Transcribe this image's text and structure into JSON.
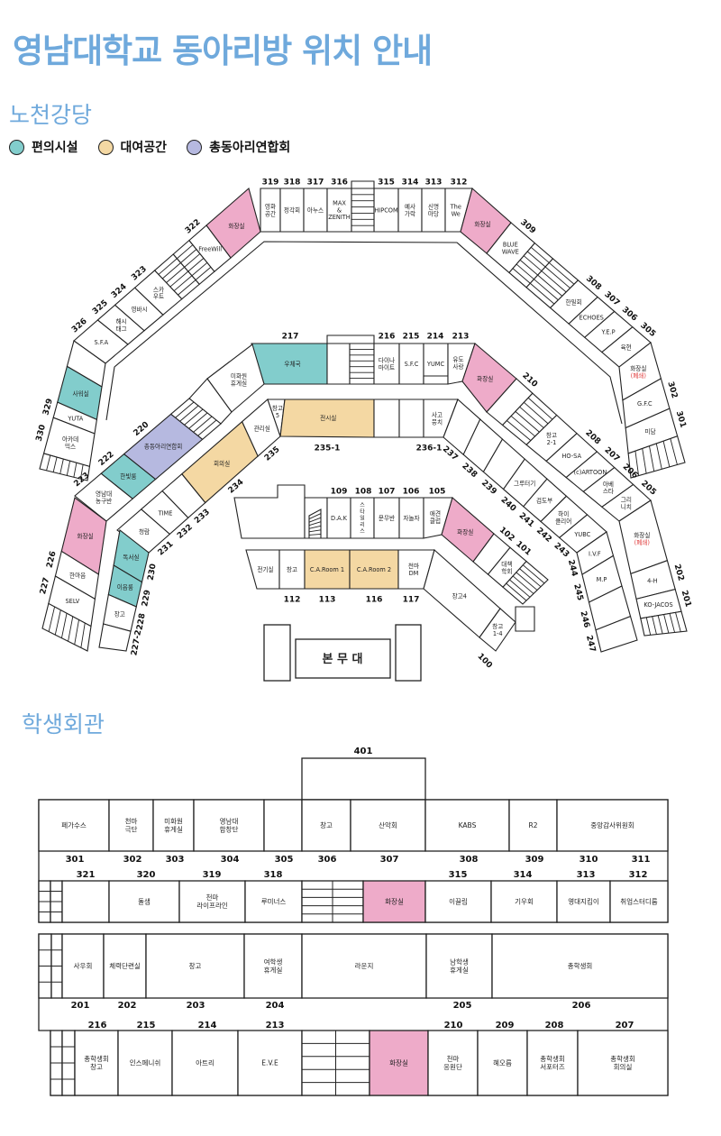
{
  "title": "영남대학교 동아리방 위치 안내",
  "colors": {
    "title": "#6fa9dc",
    "facility": "#82cdcc",
    "rental": "#f4d8a3",
    "union": "#b6b9e0",
    "toilet": "#eeabc9",
    "closed_note": "#e03c3c"
  },
  "legend": [
    {
      "label": "편의시설",
      "color": "#82cdcc"
    },
    {
      "label": "대여공간",
      "color": "#f4d8a3"
    },
    {
      "label": "총동아리연합회",
      "color": "#b6b9e0"
    }
  ],
  "auditorium": {
    "heading": "노천강당",
    "stage": "본 무 대",
    "rooms": {
      "a319": {
        "num": "319",
        "name": [
          "영화",
          "공간"
        ]
      },
      "a318": {
        "num": "318",
        "name": [
          "정각회"
        ]
      },
      "a317": {
        "num": "317",
        "name": [
          "아누스"
        ]
      },
      "a316": {
        "num": "316",
        "name": [
          "MAX",
          "&",
          "ZENITH"
        ]
      },
      "a315": {
        "num": "315",
        "name": [
          "HIPCOM"
        ]
      },
      "a314": {
        "num": "314",
        "name": [
          "예사",
          "가락"
        ]
      },
      "a313": {
        "num": "313",
        "name": [
          "신명",
          "마당"
        ]
      },
      "a312": {
        "num": "312",
        "name": [
          "The",
          "We"
        ]
      },
      "wc3l": {
        "name": [
          "화장실"
        ],
        "cat": "toilet"
      },
      "wc3r": {
        "name": [
          "화장실"
        ],
        "cat": "toilet"
      },
      "a309": {
        "num": "309",
        "name": [
          "BLUE",
          "WAVE"
        ]
      },
      "a308": {
        "num": "308",
        "name": [
          "한일회"
        ]
      },
      "a307": {
        "num": "307",
        "name": [
          "ECHOES"
        ]
      },
      "a306": {
        "num": "306",
        "name": [
          "Y.E.P"
        ]
      },
      "a305": {
        "num": "305",
        "name": [
          "육현"
        ]
      },
      "wc3c": {
        "name": [
          "화장실"
        ],
        "note": "(폐쇄)"
      },
      "a302": {
        "num": "302",
        "name": [
          "G.F.C"
        ]
      },
      "a301": {
        "num": "301",
        "name": [
          "미담"
        ]
      },
      "a322": {
        "num": "322",
        "name": [
          "FreeWill"
        ]
      },
      "a323": {
        "num": "323",
        "name": [
          "스카",
          "우트"
        ]
      },
      "a324": {
        "num": "324",
        "name": [
          "영바시"
        ]
      },
      "a325": {
        "num": "325",
        "name": [
          "해시",
          "태그"
        ]
      },
      "a326": {
        "num": "326",
        "name": [
          "S.F.A"
        ]
      },
      "shower": {
        "name": [
          "사워실"
        ],
        "cat": "facility"
      },
      "a329": {
        "num": "329",
        "name": [
          "YUTA"
        ]
      },
      "a330": {
        "num": "330",
        "name": [
          "아카데",
          "믹스"
        ]
      },
      "a217": {
        "num": "217",
        "name": [
          "우체국"
        ],
        "cat": "facility"
      },
      "a216": {
        "num": "216",
        "name": [
          "다이나",
          "마이트"
        ]
      },
      "a215": {
        "num": "215",
        "name": [
          "S.F.C"
        ]
      },
      "a214": {
        "num": "214",
        "name": [
          "YUMC"
        ]
      },
      "a213": {
        "num": "213",
        "name": [
          "유도",
          "사랑"
        ]
      },
      "wc2t": {
        "name": [
          "화장실"
        ],
        "cat": "toilet"
      },
      "a210": {
        "num": "210",
        "name": []
      },
      "st21": {
        "name": [
          "창고",
          "2-1"
        ]
      },
      "a208": {
        "num": "208",
        "name": [
          "HO-SA"
        ]
      },
      "a207": {
        "num": "207",
        "name": [
          "(c)ARTOON"
        ]
      },
      "a206": {
        "num": "206",
        "name": [
          "아베",
          "스타"
        ]
      },
      "a205": {
        "num": "205",
        "name": [
          "그리",
          "니치"
        ]
      },
      "wc2c": {
        "name": [
          "화장실"
        ],
        "note": "(폐쇄)"
      },
      "a202": {
        "num": "202",
        "name": [
          "4-H"
        ]
      },
      "a201": {
        "num": "201",
        "name": [
          "KO-JACOS"
        ]
      },
      "a237": {
        "num": "237",
        "name": []
      },
      "a238": {
        "num": "238",
        "name": []
      },
      "a239": {
        "num": "239",
        "name": []
      },
      "a240": {
        "num": "240",
        "name": [
          "그루터기"
        ]
      },
      "a241": {
        "num": "241",
        "name": [
          "검도부"
        ]
      },
      "a242": {
        "num": "242",
        "name": [
          "하이",
          "클리어"
        ]
      },
      "a243": {
        "num": "243",
        "name": [
          "YUBC"
        ]
      },
      "a244": {
        "num": "244",
        "name": [
          "I.V.F"
        ]
      },
      "a245": {
        "num": "245",
        "name": [
          "M.P"
        ]
      },
      "a246": {
        "num": "246",
        "name": []
      },
      "a247": {
        "num": "247",
        "name": []
      },
      "a236_1": {
        "num": "236-1",
        "name": [
          "사고",
          "뭉치"
        ]
      },
      "a235_1": {
        "num": "235-1",
        "name": [
          "전시실"
        ],
        "cat": "rental"
      },
      "st5": {
        "name": [
          "창고",
          "5"
        ]
      },
      "a235": {
        "num": "235",
        "name": [
          "관리실"
        ]
      },
      "a234": {
        "num": "234",
        "name": [
          "회의실"
        ],
        "cat": "rental"
      },
      "a233": {
        "num": "233",
        "name": []
      },
      "a232": {
        "num": "232",
        "name": [
          "TIME"
        ]
      },
      "a231": {
        "num": "231",
        "name": [
          "청람"
        ]
      },
      "a230": {
        "num": "230",
        "name": [
          "독서실"
        ],
        "cat": "facility"
      },
      "a229": {
        "num": "229",
        "name": [
          "이음룸"
        ],
        "cat": "facility"
      },
      "a228": {
        "num": "228",
        "name": [
          "창고"
        ]
      },
      "a227_2": {
        "num": "227-2",
        "name": []
      },
      "cleaner": {
        "name": [
          "미화원",
          "휴게실"
        ]
      },
      "a220": {
        "num": "220",
        "name": [
          "총동아리연합회"
        ],
        "cat": "union"
      },
      "a222": {
        "num": "222",
        "name": [
          "한빛룸"
        ],
        "cat": "facility"
      },
      "a223": {
        "num": "223",
        "name": [
          "영남대",
          "농구반"
        ]
      },
      "wc2l": {
        "name": [
          "화장실"
        ],
        "cat": "toilet"
      },
      "a226": {
        "num": "226",
        "name": [
          "한마음"
        ]
      },
      "a227": {
        "num": "227",
        "name": [
          "SELV"
        ]
      },
      "a109": {
        "num": "109",
        "name": [
          "D.A.K"
        ]
      },
      "a108": {
        "num": "108",
        "name": [
          "스",
          "타",
          "일",
          "리",
          "스"
        ]
      },
      "a107": {
        "num": "107",
        "name": [
          "문무반"
        ]
      },
      "a106": {
        "num": "106",
        "name": [
          "자놀자"
        ]
      },
      "a105": {
        "num": "105",
        "name": [
          "애견",
          "클럽"
        ]
      },
      "wc1": {
        "name": [
          "화장실"
        ],
        "cat": "toilet"
      },
      "a102": {
        "num": "102",
        "name": []
      },
      "a101": {
        "num": "101",
        "name": [
          "대책",
          "학회"
        ]
      },
      "elec": {
        "name": [
          "전기실"
        ]
      },
      "a112": {
        "num": "112",
        "name": [
          "창고"
        ]
      },
      "a113": {
        "num": "113",
        "name": [
          "C.A.Room 1"
        ],
        "cat": "rental"
      },
      "a116": {
        "num": "116",
        "name": [
          "C.A.Room 2"
        ],
        "cat": "rental"
      },
      "a117": {
        "num": "117",
        "name": [
          "천마",
          "DM"
        ]
      },
      "st4": {
        "name": [
          "창고4"
        ]
      },
      "a100": {
        "num": "100",
        "name": [
          "창고",
          "1-4"
        ]
      }
    }
  },
  "student_hall": {
    "heading": "학생회관",
    "top_number": "401",
    "f3_top": [
      {
        "name": [
          "페가수스"
        ]
      },
      {
        "name": [
          "천마",
          "극단"
        ]
      },
      {
        "name": [
          "미화원",
          "휴게실"
        ]
      },
      {
        "name": [
          "영남대",
          "합창단"
        ]
      },
      {
        "name": []
      },
      {
        "name": [
          "창고"
        ]
      },
      {
        "name": [
          "산악회"
        ]
      },
      {
        "name": [
          "KABS"
        ]
      },
      {
        "name": [
          "R2"
        ]
      },
      {
        "name": [
          "중앙감사위원회"
        ]
      }
    ],
    "f3_top_nums": [
      "301",
      "302",
      "303",
      "304",
      "305",
      "306",
      "307",
      "308",
      "309",
      "310",
      "311"
    ],
    "f3_bottom_nums": [
      "321",
      "320",
      "319",
      "318",
      "315",
      "314",
      "313",
      "312"
    ],
    "f3_bottom": [
      {
        "name": [],
        "cat": "stairs"
      },
      {
        "name": [],
        "cat": "stairs"
      },
      {
        "name": []
      },
      {
        "name": [
          "돌샘"
        ]
      },
      {
        "name": [
          "천마",
          "라이프라인"
        ]
      },
      {
        "name": [
          "루미너스"
        ]
      },
      {
        "name": [],
        "cat": "stairs"
      },
      {
        "name": [
          "화장실"
        ],
        "cat": "toilet"
      },
      {
        "name": [
          "이끌림"
        ]
      },
      {
        "name": [
          "기우회"
        ]
      },
      {
        "name": [
          "영대지킴이"
        ]
      },
      {
        "name": [
          "취업스터디룸"
        ]
      }
    ],
    "f2_top": [
      {
        "name": [],
        "cat": "stairs"
      },
      {
        "name": [],
        "cat": "stairs"
      },
      {
        "name": [
          "사우회"
        ]
      },
      {
        "name": [
          "체력단련실"
        ]
      },
      {
        "name": [
          "창고"
        ]
      },
      {
        "name": [
          "여학생",
          "휴게실"
        ]
      },
      {
        "name": [
          "라운지"
        ]
      },
      {
        "name": [
          "남학생",
          "휴게실"
        ]
      },
      {
        "name": [
          "총학생회"
        ]
      }
    ],
    "f2_top_nums": [
      "201",
      "202",
      "203",
      "204",
      "205",
      "206"
    ],
    "f2_bottom_nums": [
      "216",
      "215",
      "214",
      "213",
      "210",
      "209",
      "208",
      "207"
    ],
    "f2_bottom": [
      {
        "name": [],
        "cat": "stairs"
      },
      {
        "name": [],
        "cat": "stairs"
      },
      {
        "name": [
          "총학생회",
          "창고"
        ]
      },
      {
        "name": [
          "인스페니쉬"
        ]
      },
      {
        "name": [
          "아트리"
        ]
      },
      {
        "name": [
          "E.V.E"
        ]
      },
      {
        "name": [],
        "cat": "stairs"
      },
      {
        "name": [
          "화장실"
        ],
        "cat": "toilet"
      },
      {
        "name": [
          "천마",
          "응원단"
        ]
      },
      {
        "name": [
          "혜오름"
        ]
      },
      {
        "name": [
          "총학생회",
          "서포터즈"
        ]
      },
      {
        "name": [
          "총학생회",
          "회의실"
        ]
      }
    ]
  }
}
